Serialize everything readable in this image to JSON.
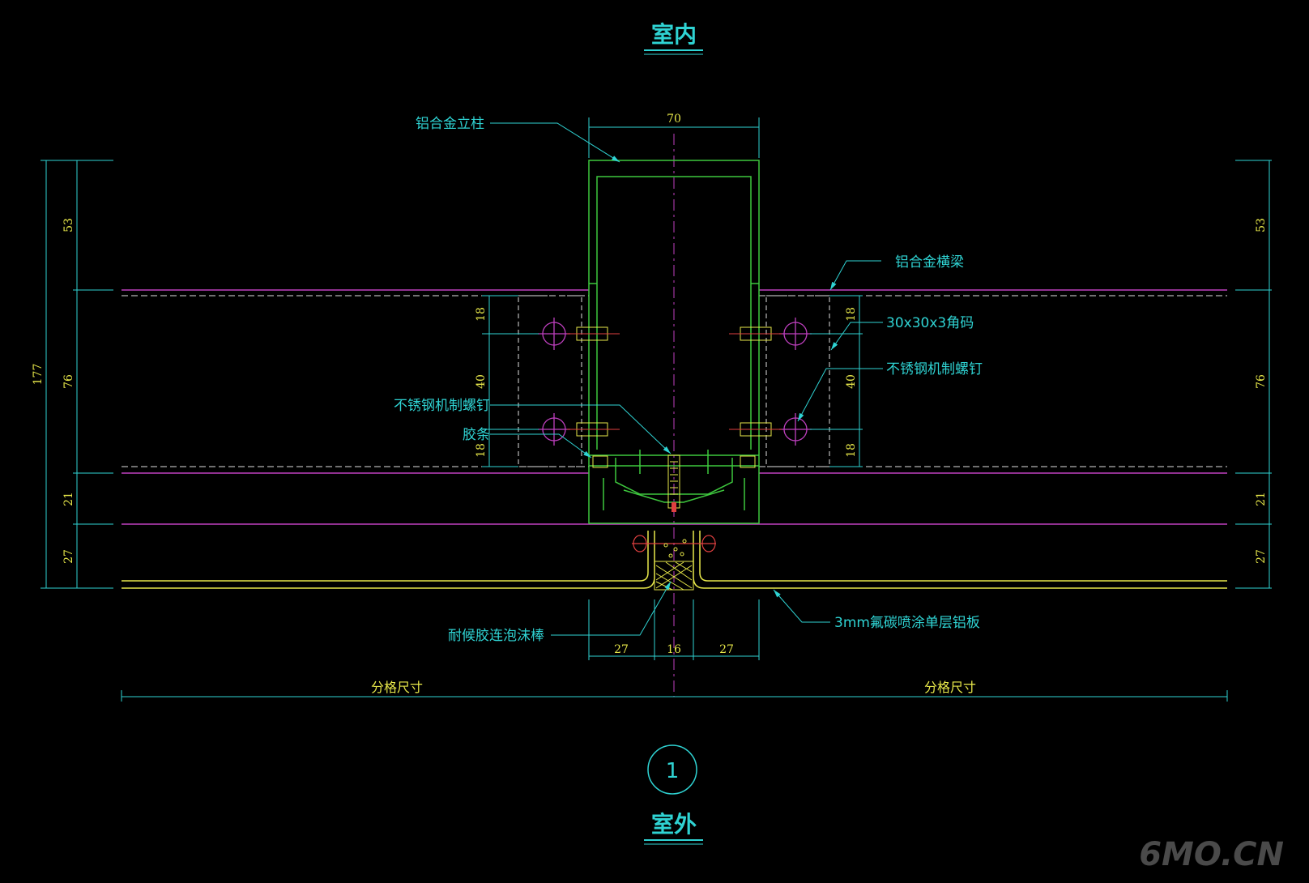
{
  "titles": {
    "top": "室内",
    "bottom": "室外"
  },
  "callouts": {
    "mullion": "铝合金立柱",
    "transom": "铝合金横梁",
    "angle_code": "30x30x3角码",
    "screw_right": "不锈钢机制螺钉",
    "screw_left": "不锈钢机制螺钉",
    "rubber_strip": "胶条",
    "sealant": "耐候胶连泡沫棒",
    "panel": "3mm氟碳喷涂单层铝板"
  },
  "dimensions": {
    "mullion_width": "70",
    "left_total": "177",
    "stack": [
      "53",
      "76",
      "21",
      "27"
    ],
    "bolt_spacing": [
      "18",
      "40",
      "18"
    ],
    "joint": [
      "27",
      "16",
      "27"
    ],
    "grid_left": "分格尺寸",
    "grid_right": "分格尺寸"
  },
  "detail_marker": "1",
  "watermark": "6MO.CN",
  "colors": {
    "cyan": "#2fd3d3",
    "yellow": "#e8e84a",
    "green": "#3ec83e",
    "magenta": "#c040c0",
    "white": "#e0e0e0",
    "red": "#e04040"
  }
}
